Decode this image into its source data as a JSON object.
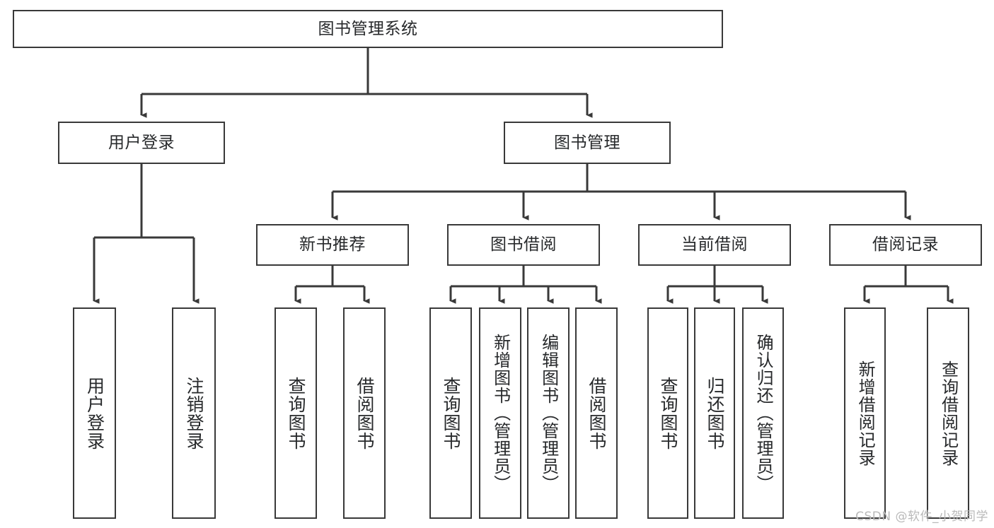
{
  "diagram": {
    "type": "tree-hierarchy-chart",
    "title": "图书管理系统",
    "line_color": "#393939",
    "box_fill": "#ffffff",
    "text_color": "#27292b",
    "watermark": "CSDN @软件_小贺同学"
  },
  "nodes": {
    "root": {
      "label": "图书管理系统"
    },
    "level2": [
      {
        "id": "user-login",
        "label": "用户登录"
      },
      {
        "id": "book-manage",
        "label": "图书管理"
      }
    ],
    "level3": [
      {
        "id": "new-book-recommend",
        "label": "新书推荐"
      },
      {
        "id": "book-borrow",
        "label": "图书借阅"
      },
      {
        "id": "current-borrow",
        "label": "当前借阅"
      },
      {
        "id": "borrow-record",
        "label": "借阅记录"
      }
    ],
    "leaves": {
      "user_login": [
        {
          "id": "leaf-user-login",
          "label": "用户登录"
        },
        {
          "id": "leaf-logout-login",
          "label": "注销登录"
        }
      ],
      "new_book_recommend": [
        {
          "id": "leaf-query-book-1",
          "label": "查询图书"
        },
        {
          "id": "leaf-borrow-book-1",
          "label": "借阅图书"
        }
      ],
      "book_borrow": [
        {
          "id": "leaf-query-book-2",
          "label": "查询图书"
        },
        {
          "id": "leaf-add-book",
          "label": "新增图书（管理员）"
        },
        {
          "id": "leaf-edit-book",
          "label": "编辑图书（管理员）"
        },
        {
          "id": "leaf-borrow-book-2",
          "label": "借阅图书"
        }
      ],
      "current_borrow": [
        {
          "id": "leaf-query-book-3",
          "label": "查询图书"
        },
        {
          "id": "leaf-return-book",
          "label": "归还图书"
        },
        {
          "id": "leaf-confirm-return",
          "label": "确认归还（管理员）"
        }
      ],
      "borrow_record": [
        {
          "id": "leaf-add-record",
          "label": "新增借阅记录"
        },
        {
          "id": "leaf-query-record",
          "label": "查询借阅记录"
        }
      ]
    }
  }
}
